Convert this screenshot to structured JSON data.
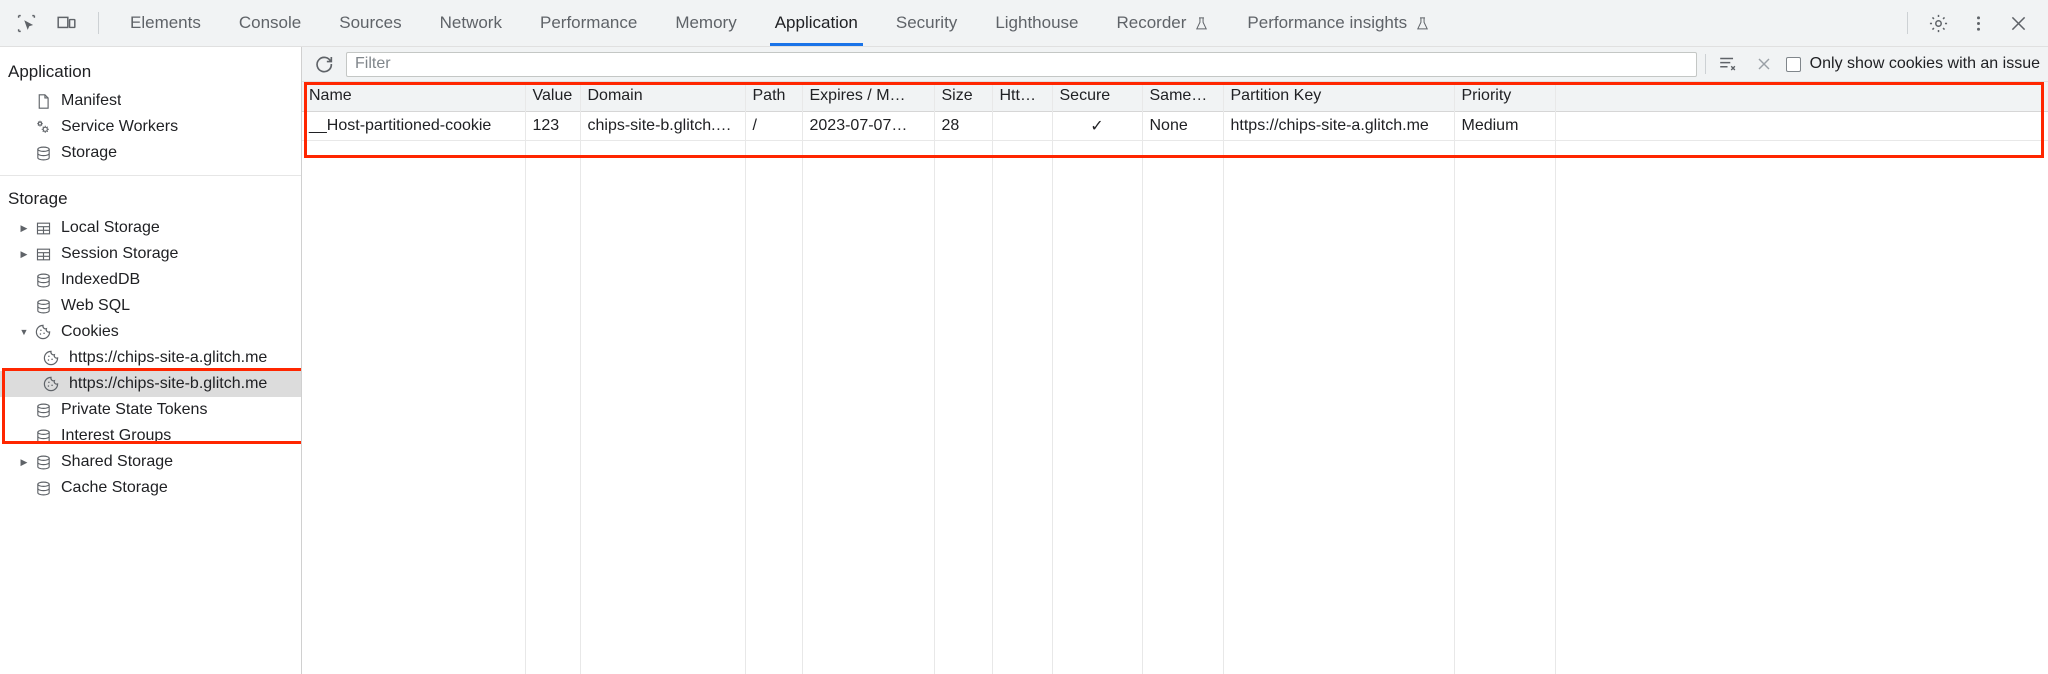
{
  "tabbar": {
    "left_icons": [
      {
        "name": "inspect-element-icon",
        "glyph": "inspect"
      },
      {
        "name": "device-toolbar-icon",
        "glyph": "device"
      }
    ],
    "tabs": [
      {
        "label": "Elements",
        "active": false,
        "experimental": false
      },
      {
        "label": "Console",
        "active": false,
        "experimental": false
      },
      {
        "label": "Sources",
        "active": false,
        "experimental": false
      },
      {
        "label": "Network",
        "active": false,
        "experimental": false
      },
      {
        "label": "Performance",
        "active": false,
        "experimental": false
      },
      {
        "label": "Memory",
        "active": false,
        "experimental": false
      },
      {
        "label": "Application",
        "active": true,
        "experimental": false
      },
      {
        "label": "Security",
        "active": false,
        "experimental": false
      },
      {
        "label": "Lighthouse",
        "active": false,
        "experimental": false
      },
      {
        "label": "Recorder",
        "active": false,
        "experimental": true
      },
      {
        "label": "Performance insights",
        "active": false,
        "experimental": true
      }
    ],
    "right_icons": [
      {
        "name": "settings-gear-icon"
      },
      {
        "name": "more-options-kebab-icon"
      },
      {
        "name": "close-devtools-icon"
      }
    ],
    "active_tab_underline_color": "#1a73e8"
  },
  "sidebar": {
    "sections": [
      {
        "title": "Application",
        "items": [
          {
            "label": "Manifest",
            "icon": "manifest-document-icon",
            "twisty": "none",
            "indent": 1,
            "selected": false
          },
          {
            "label": "Service Workers",
            "icon": "service-workers-gears-icon",
            "twisty": "none",
            "indent": 1,
            "selected": false
          },
          {
            "label": "Storage",
            "icon": "storage-database-icon",
            "twisty": "none",
            "indent": 1,
            "selected": false
          }
        ]
      },
      {
        "title": "Storage",
        "items": [
          {
            "label": "Local Storage",
            "icon": "table-grid-icon",
            "twisty": "collapsed",
            "indent": 1,
            "selected": false
          },
          {
            "label": "Session Storage",
            "icon": "table-grid-icon",
            "twisty": "collapsed",
            "indent": 1,
            "selected": false
          },
          {
            "label": "IndexedDB",
            "icon": "storage-database-icon",
            "twisty": "none",
            "indent": 1,
            "selected": false
          },
          {
            "label": "Web SQL",
            "icon": "storage-database-icon",
            "twisty": "none",
            "indent": 1,
            "selected": false
          },
          {
            "label": "Cookies",
            "icon": "cookie-icon",
            "twisty": "expanded",
            "indent": 1,
            "selected": false
          },
          {
            "label": "https://chips-site-a.glitch.me",
            "icon": "cookie-icon",
            "twisty": "none",
            "indent": 2,
            "selected": false
          },
          {
            "label": "https://chips-site-b.glitch.me",
            "icon": "cookie-icon",
            "twisty": "none",
            "indent": 2,
            "selected": true
          },
          {
            "label": "Private State Tokens",
            "icon": "storage-database-icon",
            "twisty": "none",
            "indent": 1,
            "selected": false
          },
          {
            "label": "Interest Groups",
            "icon": "storage-database-icon",
            "twisty": "none",
            "indent": 1,
            "selected": false
          },
          {
            "label": "Shared Storage",
            "icon": "storage-database-icon",
            "twisty": "collapsed",
            "indent": 1,
            "selected": false
          },
          {
            "label": "Cache Storage",
            "icon": "storage-database-icon",
            "twisty": "none",
            "indent": 1,
            "selected": false
          }
        ]
      }
    ]
  },
  "filterbar": {
    "refresh_icon": "refresh-cookies-icon",
    "filter_placeholder": "Filter",
    "filter_value": "",
    "clear_all_icon": "clear-all-cookies-icon",
    "clear_filter_icon": "clear-filter-x-icon",
    "issue_checkbox_label": "Only show cookies with an issue",
    "issue_checkbox_checked": false
  },
  "table": {
    "columns": [
      "Name",
      "Value",
      "Domain",
      "Path",
      "Expires / M…",
      "Size",
      "HttpOnly",
      "Secure",
      "SameSite",
      "Partition Key",
      "Priority"
    ],
    "rows": [
      {
        "Name": "__Host-partitioned-cookie",
        "Value": "123",
        "Domain": "chips-site-b.glitch.me",
        "Path": "/",
        "Expires / M…": "2023-07-07…",
        "Size": "28",
        "HttpOnly": "",
        "Secure": "✓",
        "SameSite": "None",
        "Partition Key": "https://chips-site-a.glitch.me",
        "Priority": "Medium"
      }
    ]
  },
  "annotations": {
    "highlight_color": "#ff2600",
    "boxes": [
      {
        "name": "cookies-tree-highlight"
      },
      {
        "name": "cookie-table-highlight"
      }
    ]
  }
}
